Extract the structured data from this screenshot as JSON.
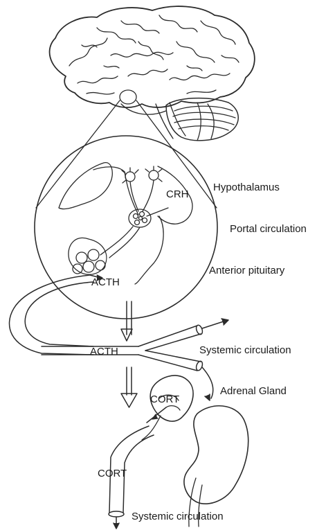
{
  "labels": {
    "crh": "CRH",
    "hypothalamus": "Hypothalamus",
    "portal": "Portal circulation",
    "anterior_pituitary": "Anterior pituitary",
    "acth_upper": "ACTH",
    "acth_lower": "ACTH",
    "systemic_upper": "Systemic circulation",
    "adrenal": "Adrenal Gland",
    "cort_gland": "CORT",
    "cort_vessel": "CORT",
    "systemic_lower": "Systemic circulation"
  },
  "colors": {
    "line": "#2b2b2b",
    "fill": "#ffffff",
    "text": "#1a1a1a"
  }
}
